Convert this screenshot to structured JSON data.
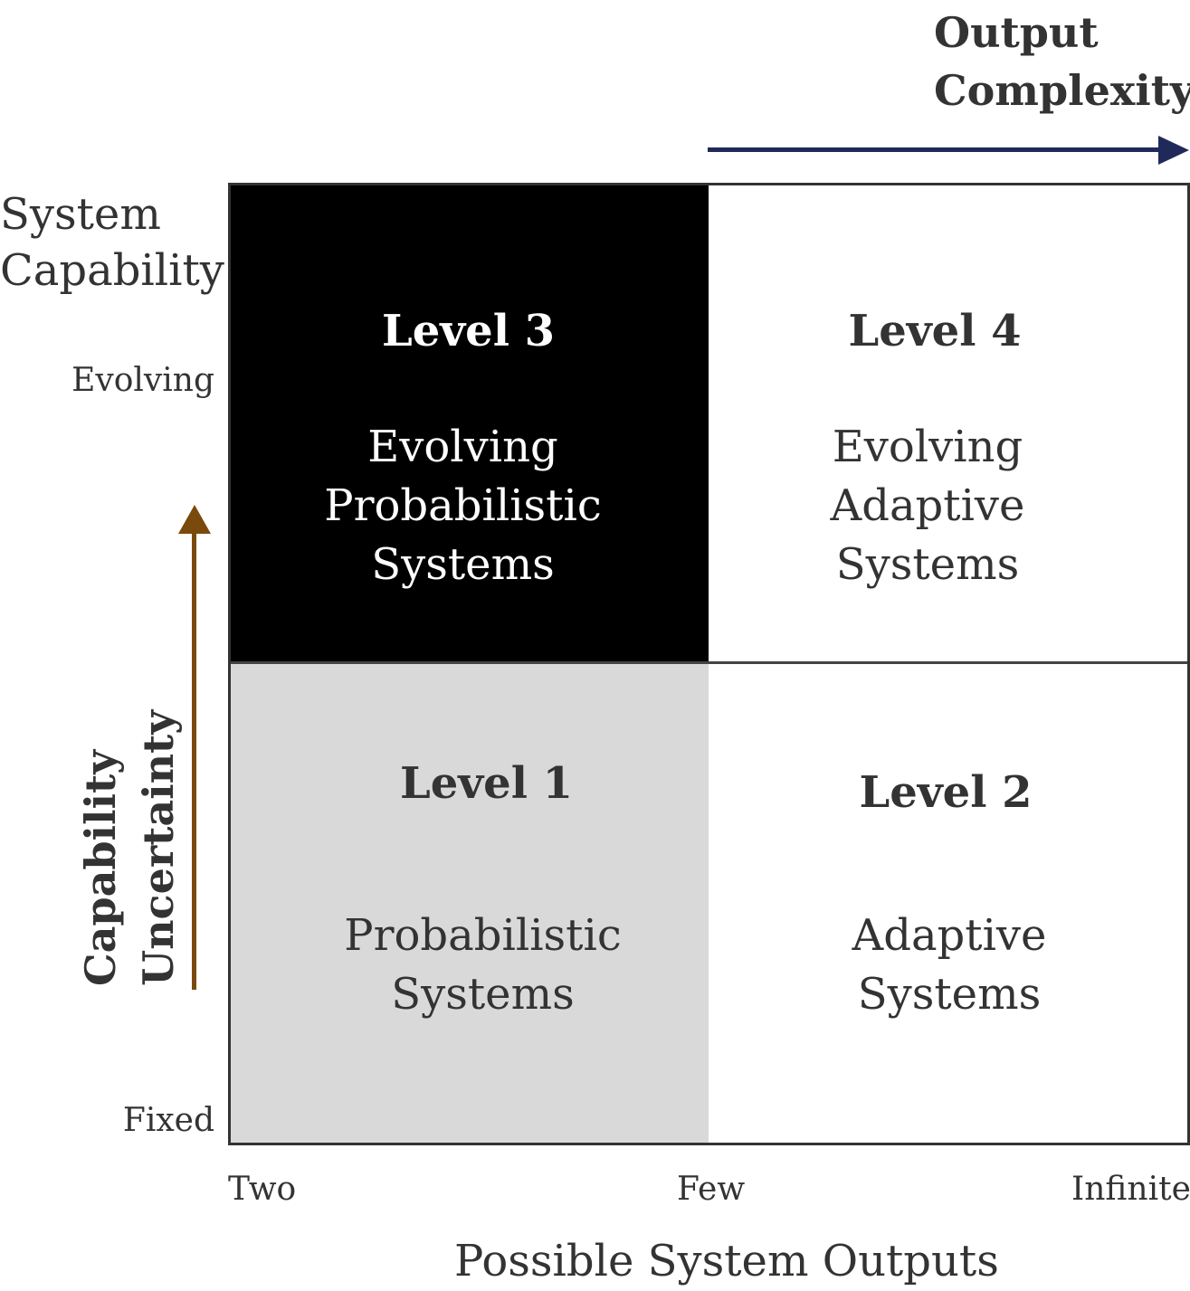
{
  "top_axis": {
    "title_line1": "Output",
    "title_line2": "Complexity"
  },
  "left_axis": {
    "title_line1": "System",
    "title_line2": "Capability",
    "tick_top": "Evolving",
    "tick_bottom": "Fixed",
    "arrow_label_line1": "Capability",
    "arrow_label_line2": "Uncertainty"
  },
  "bottom_axis": {
    "tick_left": "Two",
    "tick_middle": "Few",
    "tick_right": "Infinite",
    "title": "Possible System Outputs"
  },
  "quadrants": {
    "level3": {
      "title": "Level 3",
      "line1": "Evolving",
      "line2": "Probabilistic",
      "line3": "Systems"
    },
    "level4": {
      "title": "Level 4",
      "line1": "Evolving",
      "line2": "Adaptive",
      "line3": "Systems"
    },
    "level1": {
      "title": "Level 1",
      "line1": "Probabilistic",
      "line2": "Systems"
    },
    "level2": {
      "title": "Level 2",
      "line1": "Adaptive",
      "line2": "Systems"
    }
  },
  "colors": {
    "level3_fill": "#000000",
    "level1_fill": "#d9d9d9",
    "horizontal_arrow": "#1f2a5a",
    "vertical_arrow": "#7a4a0d"
  }
}
